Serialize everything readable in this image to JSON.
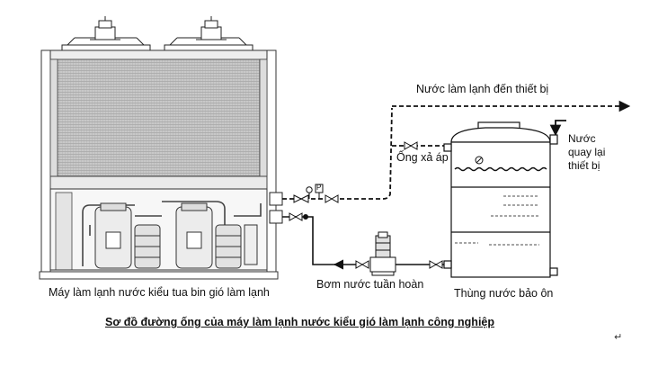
{
  "labels": {
    "chilled_water_to_equipment": "Nước làm lạnh đến thiết bị",
    "return_water_line1": "Nước",
    "return_water_line2": "quay lại",
    "return_water_line3": "thiết bị",
    "relief_pipe": "Ống xả áp",
    "chiller_unit": "Máy làm lạnh nước kiểu tua bin gió làm lạnh",
    "circulation_pump": "Bơm nước tuần hoàn",
    "storage_tank": "Thùng nước bảo ôn",
    "gauge_letter": "P"
  },
  "caption": "Sơ đồ đường ống của máy làm lạnh nước kiểu gió làm lạnh công nghiệp",
  "paragraph_mark": "↵",
  "colors": {
    "line": "#111111",
    "coil": "#9a9a9a",
    "background": "#ffffff"
  }
}
